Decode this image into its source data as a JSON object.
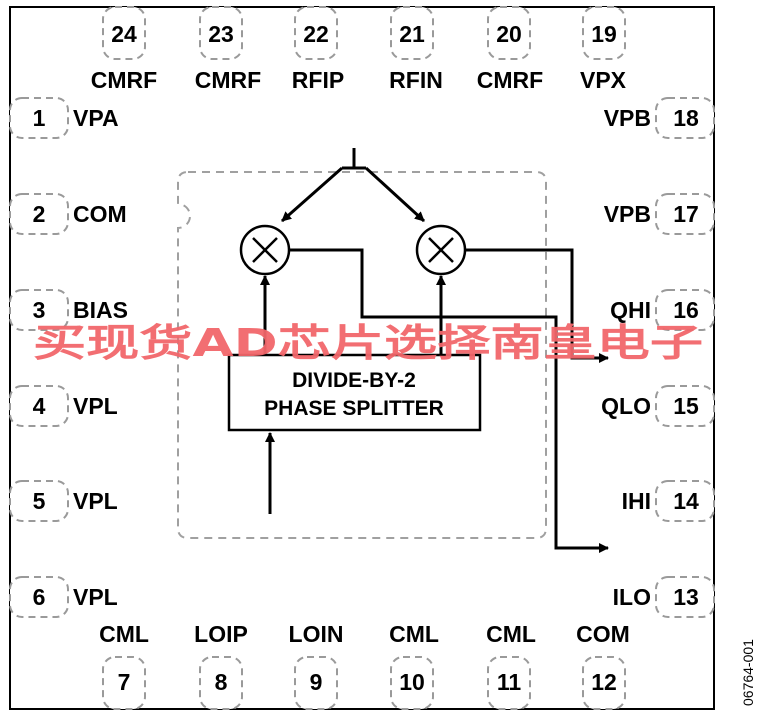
{
  "title": "",
  "pins": {
    "p1": {
      "num": "1",
      "label": "VPA"
    },
    "p2": {
      "num": "2",
      "label": "COM"
    },
    "p3": {
      "num": "3",
      "label": "BIAS"
    },
    "p4": {
      "num": "4",
      "label": "VPL"
    },
    "p5": {
      "num": "5",
      "label": "VPL"
    },
    "p6": {
      "num": "6",
      "label": "VPL"
    },
    "p7": {
      "num": "7",
      "label": "CML"
    },
    "p8": {
      "num": "8",
      "label": "LOIP"
    },
    "p9": {
      "num": "9",
      "label": "LOIN"
    },
    "p10": {
      "num": "10",
      "label": "CML"
    },
    "p11": {
      "num": "11",
      "label": "CML"
    },
    "p12": {
      "num": "12",
      "label": "COM"
    },
    "p13": {
      "num": "13",
      "label": "ILO"
    },
    "p14": {
      "num": "14",
      "label": "IHI"
    },
    "p15": {
      "num": "15",
      "label": "QLO"
    },
    "p16": {
      "num": "16",
      "label": "QHI"
    },
    "p17": {
      "num": "17",
      "label": "VPB"
    },
    "p18": {
      "num": "18",
      "label": "VPB"
    },
    "p19": {
      "num": "19",
      "label": "VPX"
    },
    "p20": {
      "num": "20",
      "label": "CMRF"
    },
    "p21": {
      "num": "21",
      "label": "RFIN"
    },
    "p22": {
      "num": "22",
      "label": "RFIP"
    },
    "p23": {
      "num": "23",
      "label": "CMRF"
    },
    "p24": {
      "num": "24",
      "label": "CMRF"
    }
  },
  "phase_splitter": {
    "line1": "DIVIDE-BY-2",
    "line2": "PHASE SPLITTER"
  },
  "watermark": "买现货AD芯片选择南皇电子",
  "doc_id": "06764-001",
  "colors": {
    "watermark": "#f2676b",
    "outline": "#000000",
    "dashed": "#a0a0a0"
  }
}
